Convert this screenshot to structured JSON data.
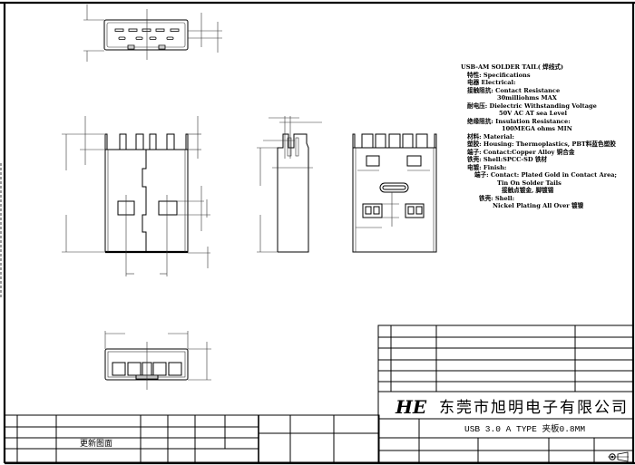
{
  "specs": {
    "lines": [
      "USB-AM     SOLDER TAIL( 焊线式)",
      "特性: Specifications",
      "电器 Electrical:",
      "接触阻抗: Contact Resistance",
      "30milliohms MAX",
      "耐电压: Dielectric  Withstanding Voltage",
      "50V AC AT sea Level",
      "绝缘阻抗: Insulation    Resistance:",
      "100MEGA  ohms MIN",
      "材料: Material:",
      "塑胶: Housing: Thermoplastics, PBT料蓝色塑胶",
      "端子: Contact:Copper  Alloy  铜合金",
      "铁壳: Shell:SPCC-SD  铁材",
      "电镀: Finish:",
      "端子: Contact: Plated Gold  in Contact  Area;",
      "Tin On Solder Tails",
      "接触点镀金, 脚镀锡",
      "铁壳: Shell:",
      "Nickel  Plating All Over   镀镍"
    ]
  },
  "title_block": {
    "logo": "HE",
    "company": "东莞市旭明电子有限公司",
    "drawing_title": "USB 3.0 A TYPE 夹板0.8MM"
  },
  "revision_table": {
    "note": "更新图面"
  }
}
